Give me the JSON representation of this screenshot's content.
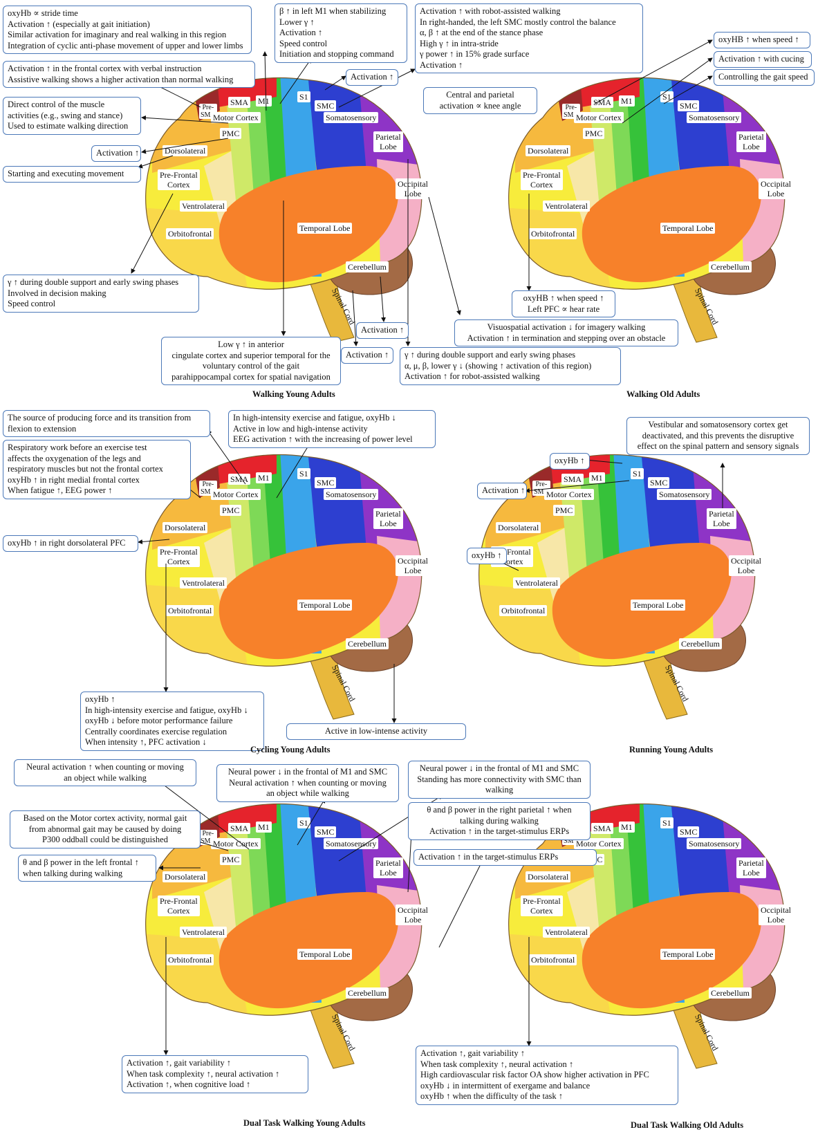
{
  "brain_labels": {
    "pre_sma": "Pre-\nSMA",
    "sma": "SMA",
    "m1": "M1",
    "motor_cortex": "Motor Cortex",
    "pmc": "PMC",
    "s1": "S1",
    "smc": "SMC",
    "somatosensory": "Somatosensory",
    "dorsolateral": "Dorsolateral",
    "prefrontal": "Pre-Frontal\nCortex",
    "ventrolateral": "Ventrolateral",
    "orbitofrontal": "Orbitofrontal",
    "parietal": "Parietal\nLobe",
    "occipital": "Occipital\nLobe",
    "temporal": "Temporal Lobe",
    "cerebellum": "Cerebellum",
    "spinal": "Spinal Cord"
  },
  "colors": {
    "prefrontal": "#f7ec3c",
    "orbitofrontal": "#f9d84a",
    "dorsolateral": "#f6b93e",
    "ventrolateral": "#f7e7a8",
    "premotor": "#cfe968",
    "motor": "#7ed957",
    "m1": "#36c23a",
    "sma": "#e5232c",
    "pre_sma": "#9a2a2a",
    "s1": "#3aa4ea",
    "somatosensory": "#2d3fd0",
    "parietal": "#8e34c6",
    "occipital": "#f5b0c6",
    "temporal": "#f7812a",
    "cerebellum": "#a36a45",
    "spinal": "#e8b83c",
    "box_border": "#4b78b8"
  },
  "captions": {
    "walk_young": "Walking Young Adults",
    "walk_old": "Walking Old Adults",
    "cycling": "Cycling Young Adults",
    "running": "Running Young Adults",
    "dual_young": "Dual Task Walking Young Adults",
    "dual_old": "Dual Task Walking Old Adults"
  },
  "walk_young": {
    "b1": [
      "oxyHb ∝ stride time",
      "Activation ↑ (especially at gait initiation)",
      "Similar activation for imaginary and real walking in this region",
      "Integration of cyclic anti-phase movement of upper and lower limbs"
    ],
    "b2": [
      "Activation ↑ in the frontal cortex with verbal instruction",
      "Assistive walking shows a higher activation than normal walking"
    ],
    "b3": [
      "Direct control of the muscle",
      "activities (e.g., swing and stance)",
      "Used to estimate walking direction"
    ],
    "b4": [
      "Activation ↑"
    ],
    "b5": [
      "Starting and executing movement"
    ],
    "b6": [
      "γ ↑ during double support and early swing phases",
      "Involved in decision making",
      "Speed control"
    ],
    "b7": [
      "β ↑ in left M1 when stabilizing",
      "Lower γ ↑",
      "Activation ↑",
      "Speed control",
      "Initiation and stopping command"
    ],
    "b8": [
      "Activation ↑ with robot-assisted walking",
      "In right-handed, the left SMC mostly control the balance",
      "α, β ↑ at the end of the stance phase",
      "High γ ↑ in intra-stride",
      "γ power ↑ in 15% grade surface",
      "Activation ↑"
    ],
    "b9": [
      "Activation ↑"
    ],
    "b10": [
      "Central and parietal",
      "activation ∝ knee angle"
    ],
    "b11": [
      "Low γ ↑ in anterior",
      "cingulate cortex and superior temporal for the",
      "voluntary control of the gait",
      "parahippocampal cortex for spatial navigation"
    ],
    "b12": [
      "Activation ↑"
    ],
    "b13": [
      "Activation ↑"
    ],
    "b14": [
      "γ  ↑ during double support and early swing phases",
      "α, μ, β, lower γ ↓  (showing ↑ activation of this region)",
      "Activation ↑ for robot-assisted walking"
    ]
  },
  "walk_old": {
    "b1": [
      "oxyHB ↑ when speed ↑"
    ],
    "b2": [
      "Activation ↑ with cucing"
    ],
    "b3": [
      "Controlling the gait speed"
    ],
    "b4": [
      "oxyHB ↑ when speed ↑",
      "Left PFC ∝ hear rate"
    ],
    "b5": [
      "Visuospatial activation ↓ for imagery walking",
      "Activation ↑ in termination and stepping over an obstacle"
    ]
  },
  "cycling": {
    "b1": [
      "The source of producing force and its transition from",
      "flexion to extension"
    ],
    "b2": [
      "Respiratory work before an exercise test",
      "affects the oxygenation of the legs and",
      "respiratory muscles but not the frontal cortex",
      "oxyHb ↑ in right medial frontal cortex",
      "When fatigue ↑, EEG power ↑"
    ],
    "b3": [
      "In high-intensity exercise and fatigue, oxyHb ↓",
      "Active in low and high-intense activity",
      "EEG activation ↑ with the increasing of power level"
    ],
    "b4": [
      "oxyHb ↑ in right dorsolateral PFC"
    ],
    "b5": [
      "oxyHb ↑",
      "In high-intensity exercise and fatigue, oxyHb ↓",
      "oxyHb ↓ before motor performance failure",
      "Centrally coordinates exercise regulation",
      "When intensity ↑, PFC activation ↓"
    ],
    "b6": [
      "Active in low-intense activity"
    ]
  },
  "running": {
    "b1": [
      "Vestibular and somatosensory cortex get",
      "deactivated, and this prevents the disruptive",
      "effect on the spinal pattern and sensory signals"
    ],
    "b2": [
      "oxyHb ↑"
    ],
    "b3": [
      "Activation ↑"
    ],
    "b4": [
      "oxyHb ↑"
    ]
  },
  "dual_young": {
    "b1": [
      "Neural activation ↑ when counting or moving",
      "an object while walking"
    ],
    "b2": [
      "Based on the Motor cortex activity, normal gait",
      "from abnormal gait may be caused by doing",
      "P300 oddball could be distinguished"
    ],
    "b3": [
      "θ and β power in the left frontal ↑",
      "when talking during walking"
    ],
    "b4": [
      "Neural power ↓ in the frontal of M1 and SMC",
      "Neural activation ↑ when counting or moving",
      "an object while walking"
    ],
    "b5": [
      "Neural power ↓ in the frontal of M1 and SMC",
      "Standing has more connectivity with SMC than",
      "walking"
    ],
    "b6": [
      "θ and β power in the right parietal ↑ when",
      "talking during walking",
      "Activation ↑ in the target-stimulus ERPs"
    ],
    "b7": [
      "Activation ↑ in the target-stimulus ERPs"
    ],
    "b8": [
      "Activation ↑, gait variability ↑",
      "When task complexity ↑, neural activation ↑",
      "Activation ↑, when cognitive load ↑"
    ]
  },
  "dual_old": {
    "b1": [
      "Activation ↑, gait variability ↑",
      "When task complexity ↑, neural activation ↑",
      "High cardiovascular risk factor OA show higher activation in PFC",
      "oxyHb ↓ in intermittent of exergame and balance",
      "oxyHb ↑ when the difficulty of the task ↑"
    ]
  }
}
